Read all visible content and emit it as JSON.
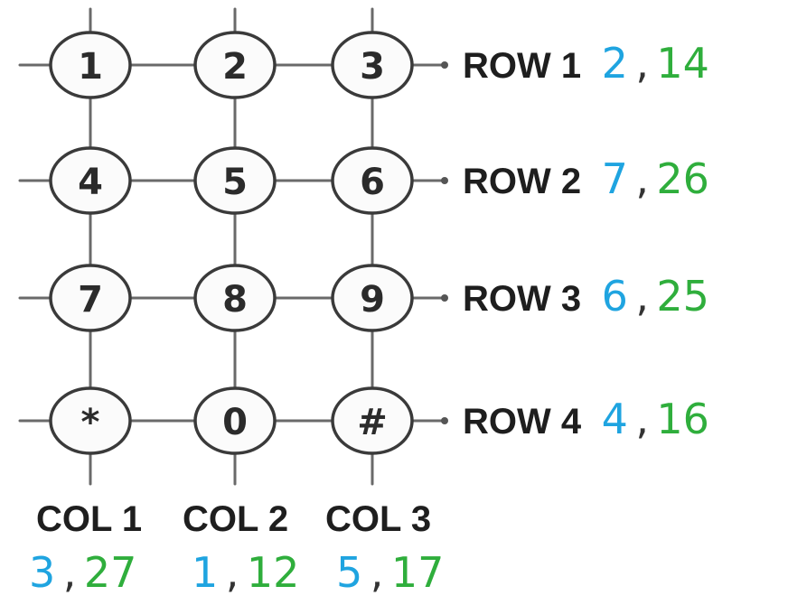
{
  "keypad": {
    "keys": [
      [
        "1",
        "2",
        "3"
      ],
      [
        "4",
        "5",
        "6"
      ],
      [
        "7",
        "8",
        "9"
      ],
      [
        "*",
        "0",
        "#"
      ]
    ]
  },
  "rows": [
    {
      "label": "ROW 1",
      "pin_a": "2",
      "separator": ",",
      "pin_b": "14"
    },
    {
      "label": "ROW 2",
      "pin_a": "7",
      "separator": ",",
      "pin_b": "26"
    },
    {
      "label": "ROW 3",
      "pin_a": "6",
      "separator": ",",
      "pin_b": "25"
    },
    {
      "label": "ROW 4",
      "pin_a": "4",
      "separator": ",",
      "pin_b": "16"
    }
  ],
  "cols": [
    {
      "label": "COL 1",
      "pin_a": "3",
      "separator": ",",
      "pin_b": "27"
    },
    {
      "label": "COL 2",
      "pin_a": "1",
      "separator": ",",
      "pin_b": "12"
    },
    {
      "label": "COL 3",
      "pin_a": "5",
      "separator": ",",
      "pin_b": "17"
    }
  ],
  "colors": {
    "pin_a": "#1fa4e0",
    "pin_b": "#2fae3c",
    "label": "#1e1e1e"
  }
}
